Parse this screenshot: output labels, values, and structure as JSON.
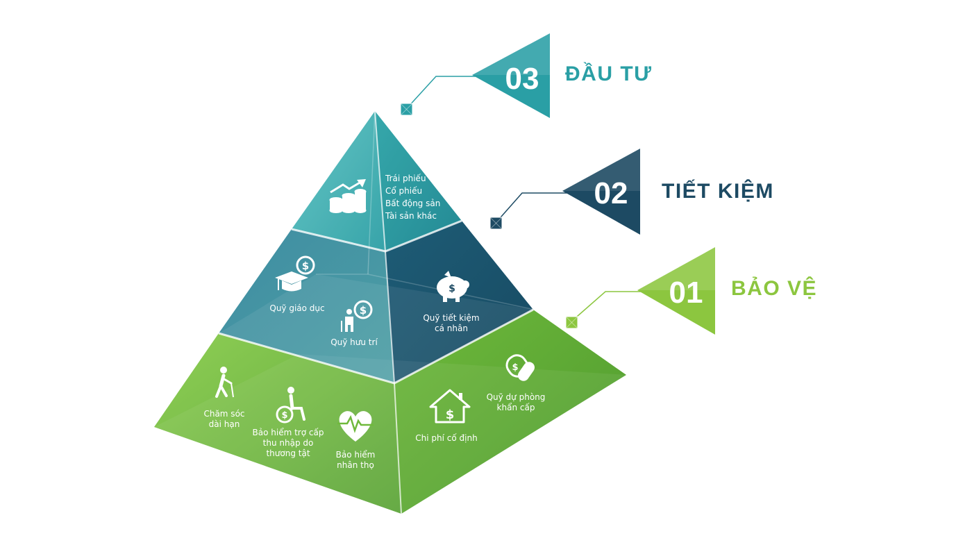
{
  "tiers": [
    {
      "id": "03",
      "title": "ĐẦU TƯ",
      "color": "#2a9fa5"
    },
    {
      "id": "02",
      "title": "TIẾT KIỆM",
      "color": "#1d4a63"
    },
    {
      "id": "01",
      "title": "BẢO VỆ",
      "color": "#8cc63f"
    }
  ],
  "top": {
    "list": [
      "Trái phiếu",
      "Cổ phiếu",
      "Bất động sản",
      "Tài sản khác"
    ]
  },
  "middle": {
    "education": "Quỹ giáo dục",
    "retirement": "Quỹ hưu trí",
    "savings_line1": "Quỹ tiết kiệm",
    "savings_line2": "cá nhân"
  },
  "bottom": {
    "care_line1": "Chăm sóc",
    "care_line2": "dài hạn",
    "disability_line1": "Bảo hiểm trợ cấp",
    "disability_line2": "thu nhập do",
    "disability_line3": "thương tật",
    "life_line1": "Bảo hiểm",
    "life_line2": "nhân thọ",
    "fixed_cost": "Chi phí cố định",
    "emergency_line1": "Quỹ dự phòng",
    "emergency_line2": "khẩn cấp"
  }
}
